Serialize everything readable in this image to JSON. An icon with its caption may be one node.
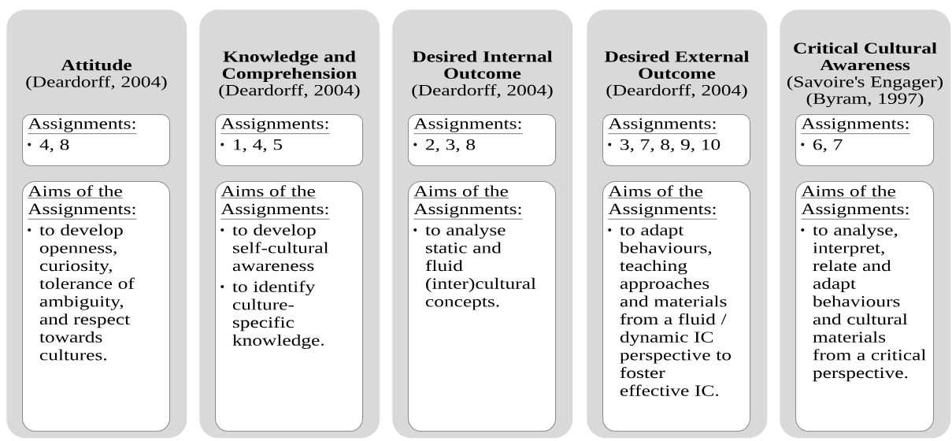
{
  "diagram": {
    "nodes": [
      {
        "text": [
          "Attitude",
          "(Deardorff, 2004)"
        ]
      },
      {
        "text": [
          "Assignments:",
          "4, 8"
        ],
        "in": 0
      },
      {
        "text": [
          "Aims of the Assignments:",
          "to develop openness, curiosity, tolerance of ambiguity, and respect towards cultures."
        ],
        "in": 0
      },
      {
        "text": [
          "Knowledge and Comprehension",
          "(Deardorff, 2004)"
        ]
      },
      {
        "text": [
          "Assignments:",
          "1, 4, 5"
        ],
        "in": 3
      },
      {
        "text": [
          "Aims of the Assignments:",
          "to develop self-cultural awareness",
          "to identify culture-specific knowledge."
        ],
        "in": 3
      },
      {
        "text": [
          "Desired Internal Outcome",
          "(Deardorff, 2004)"
        ]
      },
      {
        "text": [
          "Assignments:",
          "2, 3, 8"
        ],
        "in": 6
      },
      {
        "text": [
          "Aims of the Assignments:",
          "to analyse static and fluid (inter)cultural concepts."
        ],
        "in": 6
      },
      {
        "text": [
          "Desired External Outcome",
          "(Deardorff, 2004)"
        ]
      },
      {
        "text": [
          "Assignments:",
          "3, 7, 8, 9, 10"
        ],
        "in": 9
      },
      {
        "text": [
          "Aims of the Assignments:",
          "to adapt behaviours, teaching approaches and materials from a fluid / dynamic IC perspective to foster effective IC."
        ],
        "in": 9
      },
      {
        "text": [
          "Critical Cultural Awareness",
          "(Savoire's Engager)",
          "(Byram, 1997)"
        ]
      },
      {
        "text": [
          "Assignments:",
          "6, 7"
        ],
        "in": 12
      },
      {
        "text": [
          "Aims of the Assignments:",
          "to analyse, interpret, relate and adapt behaviours and cultural materials from a critical perspective."
        ],
        "in": 12
      }
    ]
  }
}
